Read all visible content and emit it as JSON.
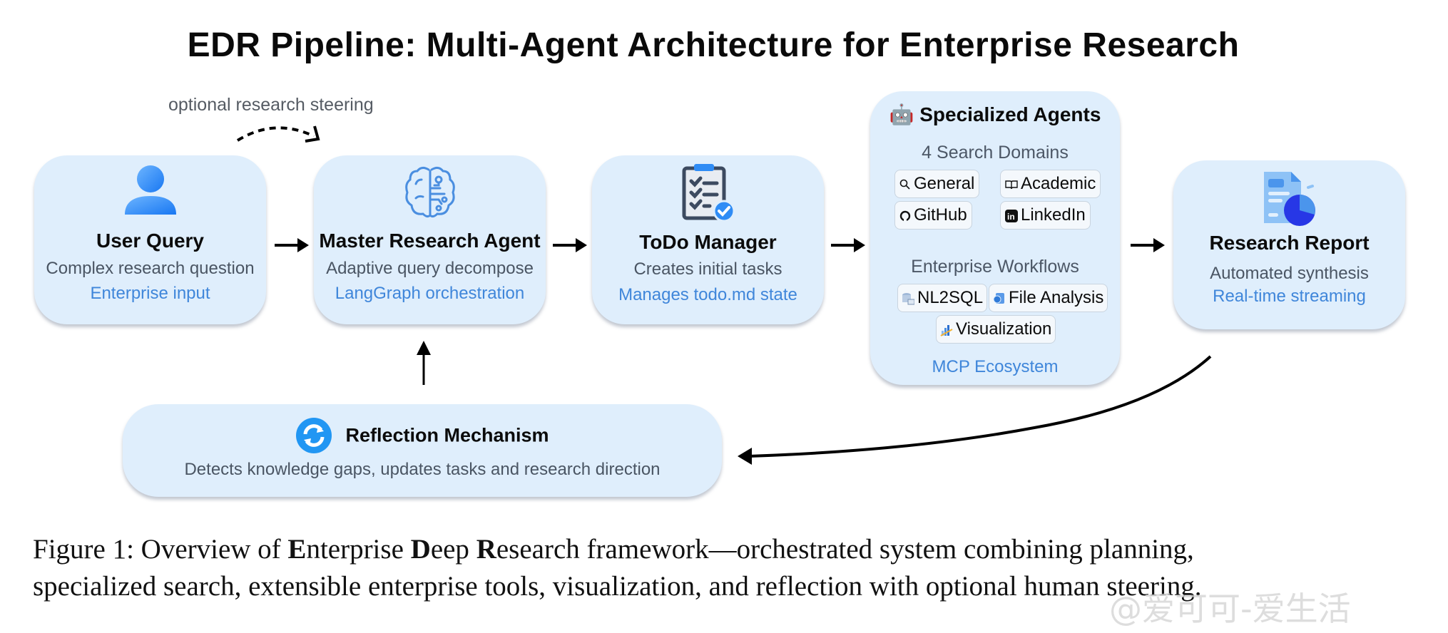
{
  "title": "EDR Pipeline: Multi-Agent Architecture for Enterprise Research",
  "steering_label": "optional research steering",
  "nodes": {
    "user_query": {
      "icon": "user-icon",
      "title": "User Query",
      "subtitle": "Complex research question",
      "note": "Enterprise input"
    },
    "master_agent": {
      "icon": "brain-circuit-icon",
      "title": "Master Research Agent",
      "subtitle": "Adaptive query decompose",
      "note": "LangGraph orchestration"
    },
    "todo_manager": {
      "icon": "clipboard-check-icon",
      "title": "ToDo Manager",
      "subtitle": "Creates initial tasks",
      "note": "Manages todo.md state"
    },
    "specialized_agents": {
      "icon": "robot-icon",
      "icon_glyph": "🤖",
      "title": "Specialized Agents",
      "search_label": "4 Search Domains",
      "search_domains": [
        {
          "icon": "search-icon",
          "glyph": "⚲",
          "label": "General"
        },
        {
          "icon": "book-icon",
          "glyph": "🕮",
          "label": "Academic"
        },
        {
          "icon": "github-icon",
          "glyph": "◯",
          "label": "GitHub"
        },
        {
          "icon": "linkedin-icon",
          "glyph": "in",
          "label": "LinkedIn"
        }
      ],
      "workflows_label": "Enterprise Workflows",
      "workflows": [
        {
          "icon": "database-icon",
          "label": "NL2SQL"
        },
        {
          "icon": "file-analysis-icon",
          "label": "File Analysis"
        },
        {
          "icon": "bar-chart-icon",
          "label": "Visualization"
        }
      ],
      "note": "MCP Ecosystem"
    },
    "research_report": {
      "icon": "report-chart-icon",
      "title": "Research Report",
      "subtitle": "Automated synthesis",
      "note": "Real-time streaming"
    },
    "reflection": {
      "icon": "refresh-icon",
      "title": "Reflection Mechanism",
      "subtitle": "Detects knowledge gaps, updates tasks and research direction"
    }
  },
  "caption": {
    "line1_prefix": "Figure 1: Overview of ",
    "bold_E": "E",
    "mid1": "nterprise ",
    "bold_D": "D",
    "mid2": "eep ",
    "bold_R": "R",
    "line1_suffix": "esearch framework—orchestrated system combining planning,",
    "line2": "specialized search, extensible enterprise tools, visualization, and reflection with optional human steering."
  },
  "watermark": "@爱可可-爱生活",
  "colors": {
    "box_bg": "#dfeefc",
    "accent_blue": "#3f86da",
    "subtitle_gray": "#4a5563"
  }
}
